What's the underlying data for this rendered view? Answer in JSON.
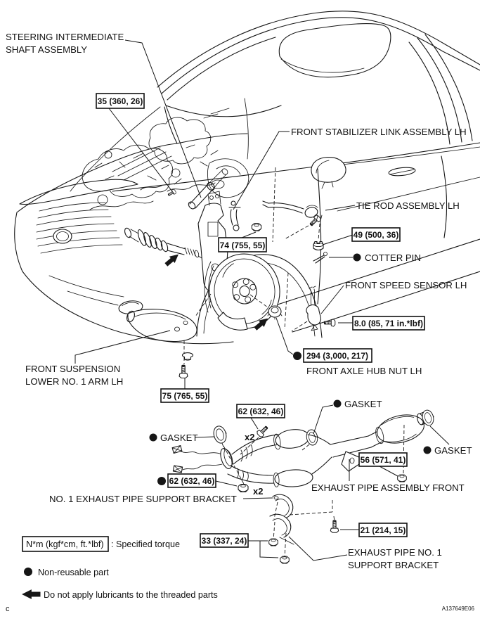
{
  "labels": {
    "steering_shaft_line1": "STEERING INTERMEDIATE",
    "steering_shaft_line2": "SHAFT ASSEMBLY",
    "front_stabilizer_link": "FRONT STABILIZER LINK ASSEMBLY LH",
    "tie_rod": "TIE ROD ASSEMBLY LH",
    "cotter_pin": "COTTER PIN",
    "front_speed_sensor": "FRONT SPEED SENSOR LH",
    "front_axle_hub_nut": "FRONT AXLE HUB NUT LH",
    "lower_arm_line1": "FRONT SUSPENSION",
    "lower_arm_line2": "LOWER NO. 1 ARM LH",
    "gasket": "GASKET",
    "exhaust_pipe_assembly_front": "EXHAUST PIPE ASSEMBLY FRONT",
    "no1_exhaust_pipe_support_bracket": "NO. 1 EXHAUST PIPE SUPPORT BRACKET",
    "exhaust_pipe_no1_line1": "EXHAUST PIPE NO. 1",
    "exhaust_pipe_no1_line2": "SUPPORT BRACKET",
    "quantity_x2": "x2"
  },
  "torques": {
    "steering_shaft_bolt": "35 (360, 26)",
    "knuckle_stabilizer": "74 (755, 55)",
    "tie_rod_nut": "49 (500, 36)",
    "speed_sensor_bolt": "8.0 (85, 71 in.*lbf)",
    "axle_hub_nut": "294 (3,000, 217)",
    "lower_arm_bolt": "75 (765, 55)",
    "exhaust_flange": "62 (632, 46)",
    "pipe_support_nut": "56 (571, 41)",
    "bracket_nut": "33 (337, 24)",
    "bracket_bolt": "21 (214, 15)"
  },
  "legend": {
    "torque_unit_box": "N*m (kgf*cm, ft.*lbf)",
    "torque_unit_desc": ": Specified torque",
    "non_reusable": "Non-reusable part",
    "no_lubricant": "Do not apply lubricants to the threaded parts"
  },
  "footer": {
    "page_letter": "c",
    "drawing_code": "A137649E06"
  }
}
